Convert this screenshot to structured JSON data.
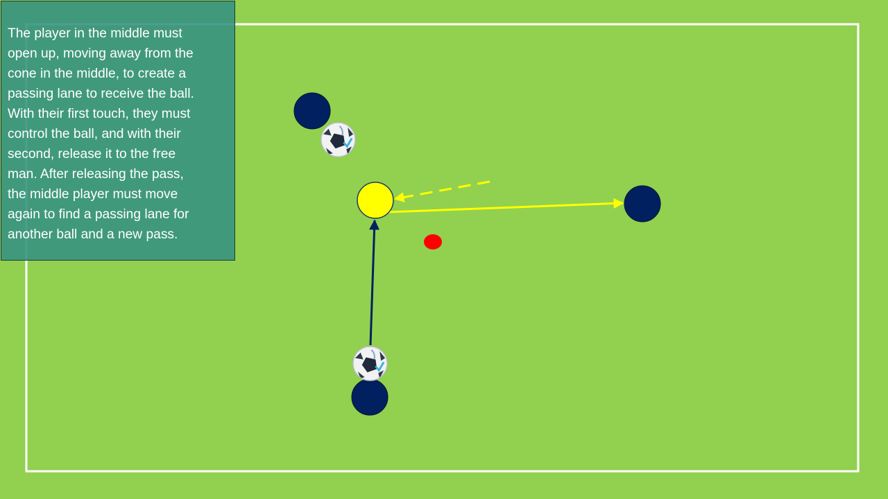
{
  "instructions": {
    "lines": [
      "The player in the middle must",
      "open up, moving away from the",
      "cone in the middle, to create a",
      "passing lane to receive the ball.",
      "With their first touch, they must",
      "control the ball, and with their",
      "second, release it to the free",
      "man. After releasing the pass,",
      "the middle player must move",
      "again to find a passing lane for",
      "another ball and a new pass."
    ]
  },
  "colors": {
    "pitch": "#92d050",
    "field_line": "#ffffff",
    "outside_player": "#002060",
    "middle_player": "#ffff00",
    "cone": "#ff0000",
    "pass_arrow": "#ffff00",
    "run_arrow": "#002060",
    "info_box": "#3a9a86",
    "info_text": "#ffffff"
  },
  "icons": {
    "ball": "soccer-ball-icon",
    "player": "player-marker-icon",
    "cone": "cone-marker-icon"
  }
}
